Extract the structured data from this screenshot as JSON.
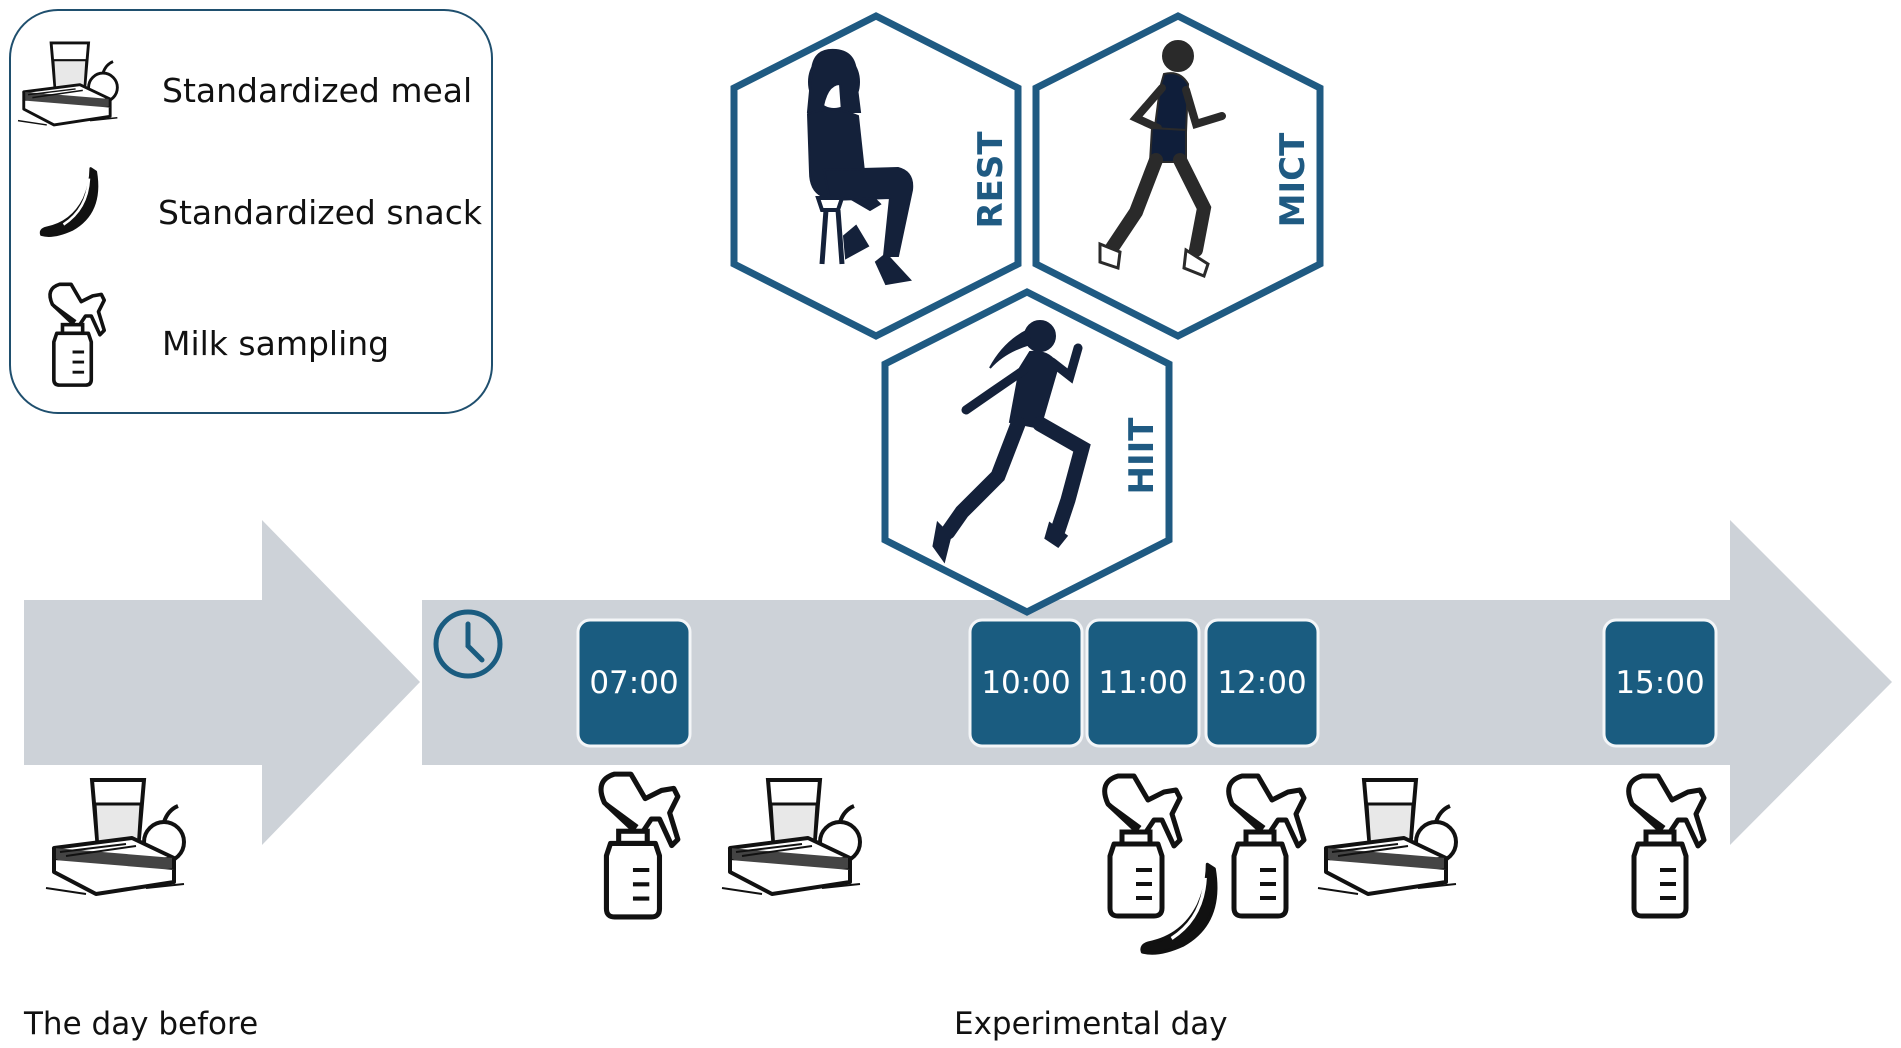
{
  "legend": {
    "items": [
      {
        "icon": "meal-icon",
        "label": "Standardized meal"
      },
      {
        "icon": "banana-icon",
        "label": "Standardized snack"
      },
      {
        "icon": "breast-pump-icon",
        "label": "Milk sampling"
      }
    ]
  },
  "conditions": [
    {
      "label": "REST",
      "icon": "seated-woman-icon"
    },
    {
      "label": "MICT",
      "icon": "jogging-woman-icon"
    },
    {
      "label": "HIIT",
      "icon": "sprinting-woman-icon"
    }
  ],
  "timeline": {
    "times": [
      "07:00",
      "10:00",
      "11:00",
      "12:00",
      "15:00"
    ],
    "day_before_label": "The day before",
    "experimental_day_label": "Experimental day"
  },
  "colors": {
    "accent": "#1a5c80",
    "hex_border": "#1f5a82",
    "arrow": "#cdd2d8",
    "figure": "#14213a"
  }
}
